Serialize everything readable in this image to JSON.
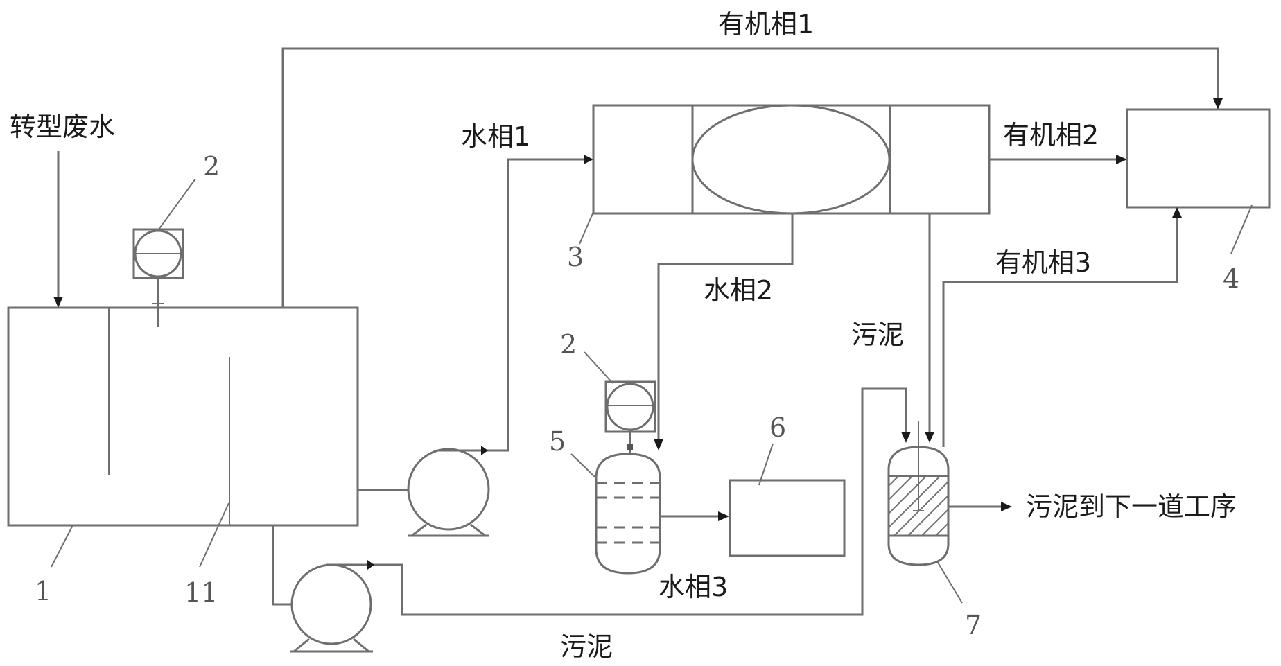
{
  "figure": {
    "colors": {
      "line": "#6e6e6e",
      "text": "#1a1a1a",
      "callout": "#555555",
      "background": "#ffffff"
    },
    "flow_labels": {
      "feed": "转型废水",
      "organic_phase_1": "有机相1",
      "organic_phase_2": "有机相2",
      "organic_phase_3": "有机相3",
      "aqueous_phase_1": "水相1",
      "aqueous_phase_2": "水相2",
      "aqueous_phase_3": "水相3",
      "sludge_top": "污泥",
      "sludge_bottom": "污泥",
      "sludge_out": "污泥到下一道工序"
    },
    "callouts": {
      "tank": "1",
      "baffle": "11",
      "flowmeter_a": "2",
      "flowmeter_b": "2",
      "separator": "3",
      "collector": "4",
      "column": "5",
      "box6": "6",
      "vessel": "7"
    },
    "components": [
      {
        "id": "1",
        "name": "tank"
      },
      {
        "id": "11",
        "name": "baffle"
      },
      {
        "id": "2",
        "name": "flowmeter",
        "count": 2
      },
      {
        "id": "3",
        "name": "separator"
      },
      {
        "id": "4",
        "name": "organic-phase-collector"
      },
      {
        "id": "5",
        "name": "packed-column"
      },
      {
        "id": "6",
        "name": "aqueous-receiver"
      },
      {
        "id": "7",
        "name": "sludge-vessel"
      }
    ],
    "pumps": 2
  }
}
